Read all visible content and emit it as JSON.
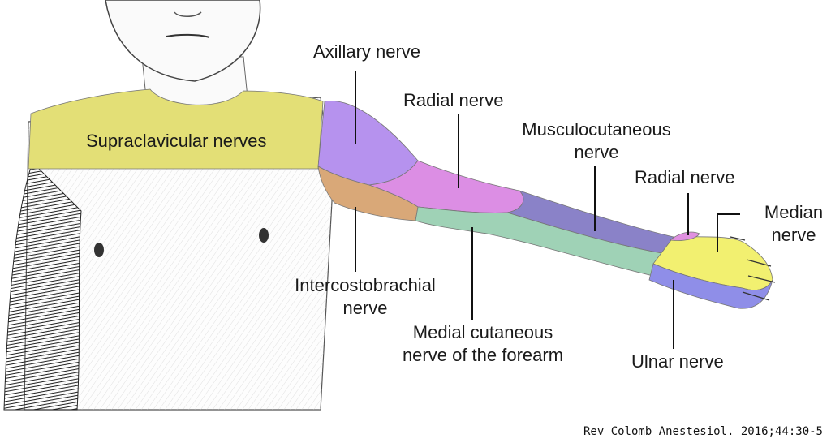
{
  "figure": {
    "caption": "Rev Colomb Anestesiol. 2016;44:30-5",
    "labels": {
      "supraclavicular": "Supraclavicular nerves",
      "axillary": "Axillary nerve",
      "radial_upper": "Radial nerve",
      "musculocutaneous": [
        "Musculocutaneous",
        "nerve"
      ],
      "radial_hand": "Radial nerve",
      "median": [
        "Median",
        "nerve"
      ],
      "intercostobrachial": [
        "Intercostobrachial",
        "nerve"
      ],
      "medial_cutaneous": [
        "Medial cutaneous",
        "nerve of the forearm"
      ],
      "ulnar": "Ulnar nerve"
    }
  },
  "colors": {
    "supraclavicular": "#e3df76",
    "axillary": "#b692ee",
    "radial": "#dc8ee4",
    "musculocutaneous": "#8a82c8",
    "intercostobrachial": "#d9a878",
    "medial_cutaneous": "#9fd2b6",
    "median": "#f2f070",
    "ulnar": "#8f8ee8",
    "radial_hand": "#e090e0"
  }
}
